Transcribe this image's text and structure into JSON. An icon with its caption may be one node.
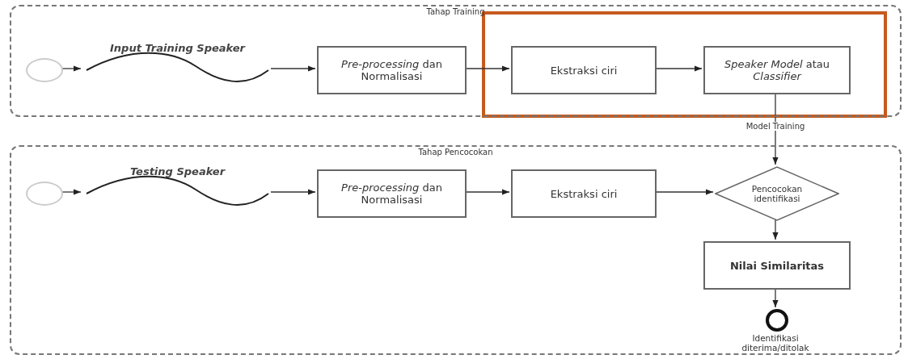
{
  "diagram": {
    "nodes": [
      {
        "text": [
          "Tahap Training"
        ]
      },
      {
        "text": [],
        "shape": "circle",
        "in": 0
      },
      {
        "text": [
          "Input Training Speaker"
        ],
        "in": 0
      },
      {
        "text": [
          "*Pre-processing* dan Normalisasi"
        ],
        "in": 0
      },
      {
        "text": [
          "Ekstraksi ciri"
        ],
        "in": 0
      },
      {
        "text": [
          "*Speaker Model* atau *Classifier*"
        ],
        "in": 0
      },
      {
        "text": [
          "Tahap Pencocokan"
        ]
      },
      {
        "text": [],
        "shape": "circle",
        "in": 6
      },
      {
        "text": [
          "Testing Speaker"
        ],
        "in": 6
      },
      {
        "text": [
          "*Pre-processing* dan Normalisasi"
        ],
        "in": 6
      },
      {
        "text": [
          "Ekstraksi ciri"
        ],
        "in": 6
      },
      {
        "text": [
          "Pencocokan identifikasi"
        ],
        "in": 6
      },
      {
        "text": [
          "Nilai Similaritas"
        ],
        "in": 6
      },
      {
        "text": [],
        "shape": "circle",
        "in": 6,
        "beside": [
          "Identifikasi diterima/ditolak"
        ]
      }
    ],
    "edges": [
      {
        "from": 1,
        "to": 2,
        "arrow": "to"
      },
      {
        "from": 2,
        "to": 3,
        "arrow": "to"
      },
      {
        "from": 3,
        "to": 4,
        "arrow": "to"
      },
      {
        "from": 4,
        "to": 5,
        "arrow": "to"
      },
      {
        "from": 5,
        "to": 11,
        "arrow": "to",
        "label": "Model Training"
      },
      {
        "from": 7,
        "to": 8,
        "arrow": "to"
      },
      {
        "from": 8,
        "to": 9,
        "arrow": "to"
      },
      {
        "from": 9,
        "to": 10,
        "arrow": "to"
      },
      {
        "from": 10,
        "to": 11,
        "arrow": "to"
      },
      {
        "from": 11,
        "to": 12,
        "arrow": "to"
      },
      {
        "from": 12,
        "to": 13,
        "arrow": "to"
      }
    ]
  }
}
